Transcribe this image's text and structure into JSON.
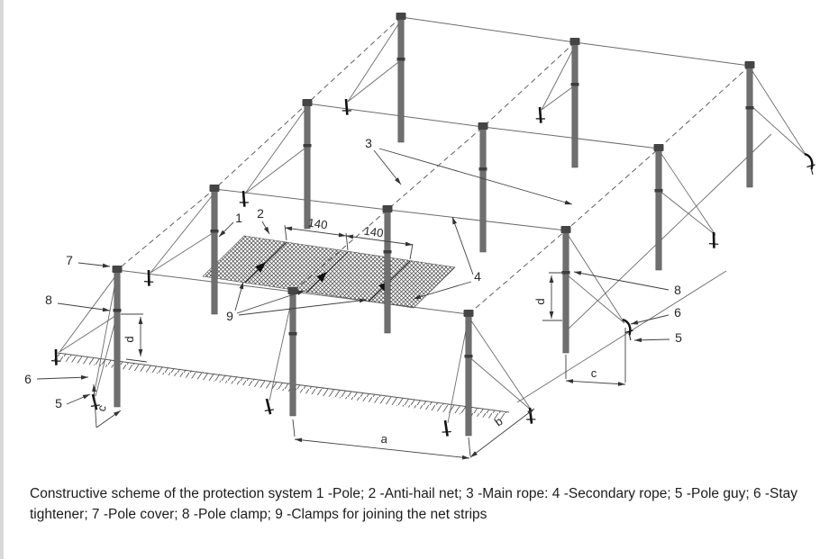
{
  "figure": {
    "labels": {
      "pole": "1",
      "anti_hail_net": "2",
      "main_rope": "3",
      "secondary_rope": "4",
      "pole_guy": "5",
      "stay_tightener": "6",
      "pole_cover": "7",
      "pole_clamp": "8",
      "net_strip_clamps": "9"
    },
    "dimensions": {
      "strip_width": "140",
      "span_a": "a",
      "span_b": "b",
      "anchor_offset_c": "c",
      "clamp_height_d": "d"
    }
  },
  "caption": {
    "text": "Constructive scheme of the protection system 1 -Pole; 2 -Anti-hail net; 3 -Main rope: 4 -Secondary rope; 5 -Pole guy; 6 -Stay tightener; 7 -Pole cover; 8 -Pole clamp; 9 -Clamps for joining the net strips"
  },
  "colors": {
    "rope": "#6b6b6b",
    "leader": "#3f3f3f",
    "pole_fill": "#6f6f6f",
    "pole_cap": "#454545",
    "background": "#ffffff",
    "left_border": "#d8d8d8"
  }
}
